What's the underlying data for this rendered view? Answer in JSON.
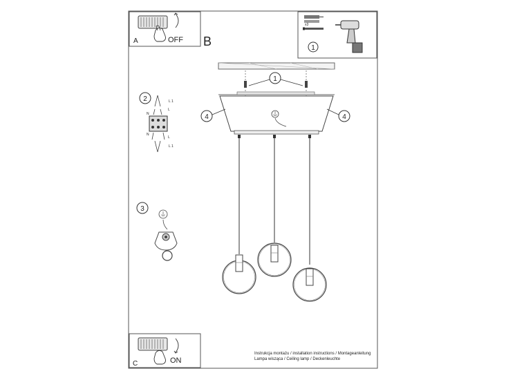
{
  "panels": {
    "a": {
      "letter": "A",
      "state": "OFF"
    },
    "c": {
      "letter": "C",
      "state": "ON"
    },
    "b": {
      "letter": "B"
    }
  },
  "callouts": {
    "one": "1",
    "two": "2",
    "three": "3",
    "four": "4"
  },
  "tools": {
    "quantity": "x3"
  },
  "footer": {
    "line1": "Instrukcja montażu / installation instructions / Montageanleitung",
    "line2": "Lampa wisząca / Ceiling lamp / Deckenleuchte"
  },
  "wiring": {
    "l1": "L 1",
    "n": "N",
    "l": "L",
    "earth": "⏚"
  }
}
